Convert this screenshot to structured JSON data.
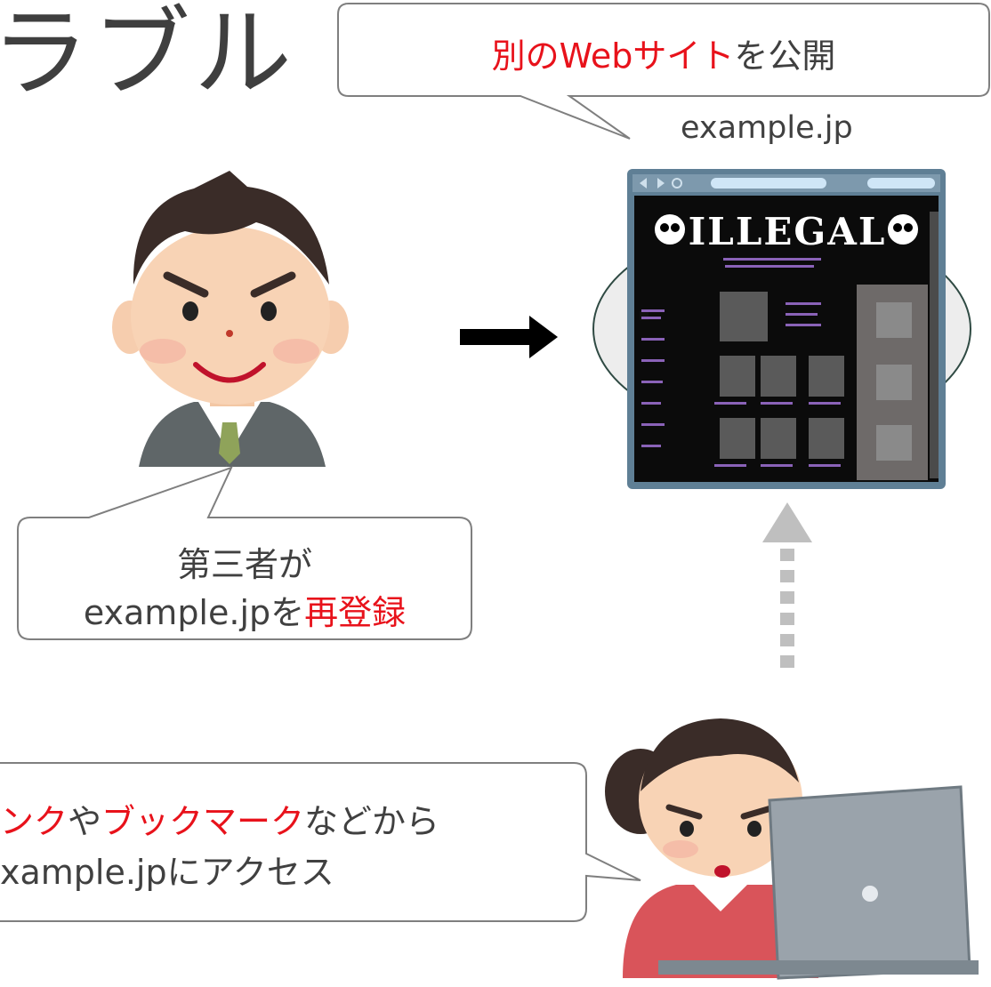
{
  "title_fragment": "ラブル",
  "bubble_top": {
    "prefix": "",
    "red": "別のWebサイト",
    "suffix": "を公開"
  },
  "domain_label": "example.jp",
  "browser": {
    "banner_text": "ILLEGAL"
  },
  "bubble_mid": {
    "line1": "第三者が",
    "line2_prefix": "example.jp",
    "line2_connector": "を",
    "line2_red": "再登録"
  },
  "bubble_bottom": {
    "line1_red_a": "ンク",
    "line1_mid": "や",
    "line1_red_b": "ブックマーク",
    "line1_suffix": "などから",
    "line2": "xample.jpにアクセス"
  },
  "colors": {
    "accent_red": "#e8121b",
    "text_gray": "#404040",
    "bubble_border": "#7f7f7f",
    "arrow_gray": "#bfbfbf"
  },
  "icons": [
    "businessman-icon",
    "woman-laptop-icon",
    "illegal-website-icon",
    "right-arrow-icon",
    "up-dotted-arrow-icon"
  ]
}
